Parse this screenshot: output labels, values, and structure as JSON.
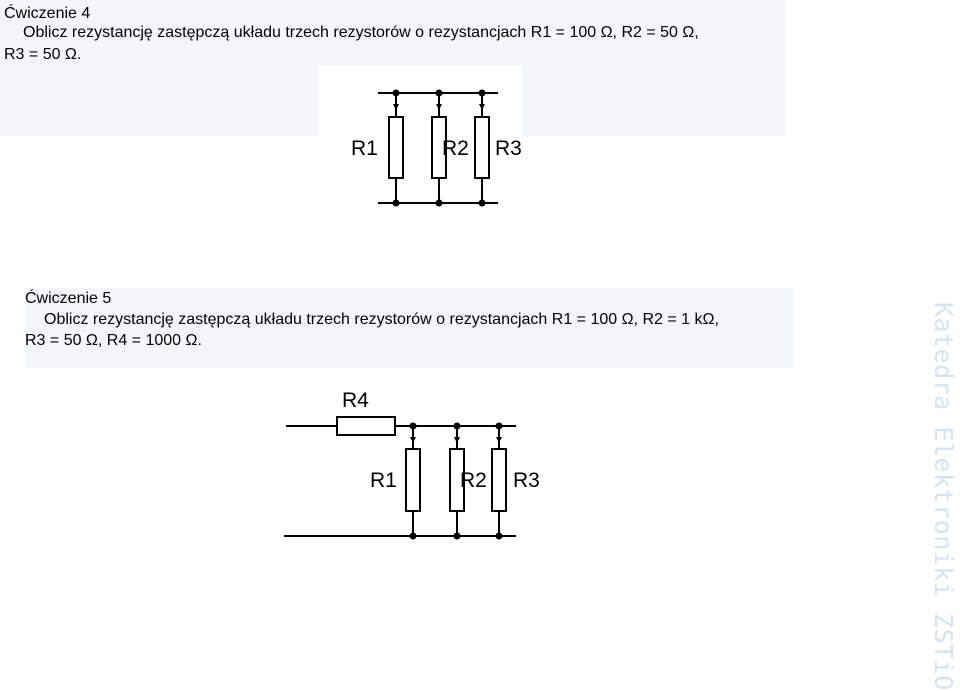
{
  "exercise4": {
    "title": "Ćwiczenie 4",
    "line1": "Oblicz rezystancję zastępczą układu trzech rezystorów o rezystancjach R1 = 100 Ω, R2 = 50 Ω,",
    "line2": "R3 = 50 Ω."
  },
  "circuit1": {
    "labels": [
      "R1",
      "R2",
      "R3"
    ]
  },
  "exercise5": {
    "title": "Ćwiczenie 5",
    "line1": "Oblicz rezystancję zastępczą układu trzech rezystorów o rezystancjach R1 = 100 Ω, R2 = 1 kΩ,",
    "line2": "R3 = 50 Ω, R4 = 1000 Ω."
  },
  "circuit2": {
    "labels": [
      "R4",
      "R1",
      "R2",
      "R3"
    ]
  },
  "watermark": "Katedra Elektroniki ZSTiO",
  "colors": {
    "panel_bg": "#f2f6fb",
    "watermark": "#d7e3f1",
    "ink": "#000000"
  }
}
